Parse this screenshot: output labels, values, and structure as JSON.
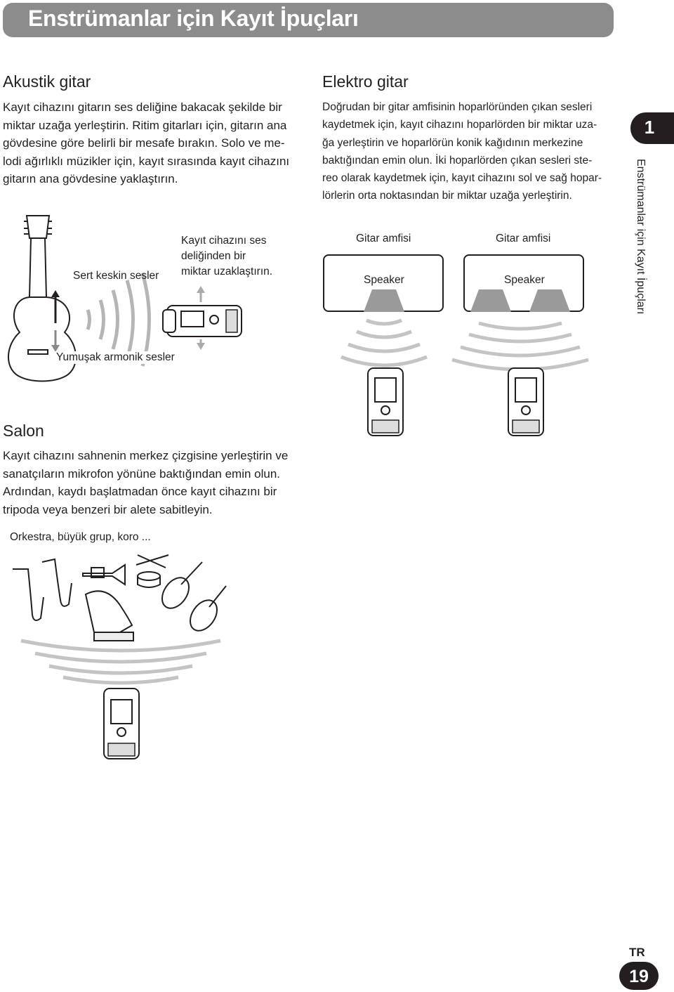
{
  "header": {
    "title": "Enstrümanlar için Kayıt İpuçları"
  },
  "acoustic": {
    "heading": "Akustik gitar",
    "lines": [
      "Kayıt cihazını gitarın ses deliğine bakacak şekilde bir",
      "miktar uzağa yerleştirin. Ritim gitarları için, gitarın ana",
      "gövdesine göre belirli bir mesafe bırakın. Solo ve me-",
      "lodi ağırlıklı müzikler için, kayıt sırasında kayıt cihazını",
      "gitarın ana gövdesine yaklaştırın."
    ],
    "label_sharp": "Sert keskin sesler",
    "label_soft": "Yumuşak armonik sesler",
    "label_move": [
      "Kayıt cihazını ses",
      "deliğinden bir",
      "miktar uzaklaştırın."
    ]
  },
  "electric": {
    "heading": "Elektro gitar",
    "lines": [
      "Doğrudan bir gitar amfisinin hoparlöründen çıkan sesleri",
      "kaydetmek için, kayıt cihazını hoparlörden bir miktar uza-",
      "ğa yerleştirin ve hoparlörün konik kağıdının merkezine",
      "baktığından emin olun. İki hoparlörden çıkan sesleri ste-",
      "reo olarak kaydetmek için, kayıt cihazını sol ve sağ hopar-",
      "lörlerin orta noktasından bir miktar uzağa yerleştirin."
    ],
    "amp_left_label": "Gitar amfisi",
    "amp_right_label": "Gitar amfisi",
    "speaker_left": "Speaker",
    "speaker_right": "Speaker"
  },
  "hall": {
    "heading": "Salon",
    "lines": [
      "Kayıt cihazını sahnenin merkez çizgisine yerleştirin ve",
      "sanatçıların mikrofon yönüne baktığından emin olun.",
      "Ardından, kaydı başlatmadan önce kayıt cihazını bir",
      "tripoda veya benzeri bir alete sabitleyin."
    ],
    "caption": "Orkestra, büyük grup, koro ..."
  },
  "side_tab": {
    "chapter": "1",
    "label": "Enstrümanlar için Kayıt İpuçları"
  },
  "footer": {
    "lang": "TR",
    "page": "19"
  }
}
